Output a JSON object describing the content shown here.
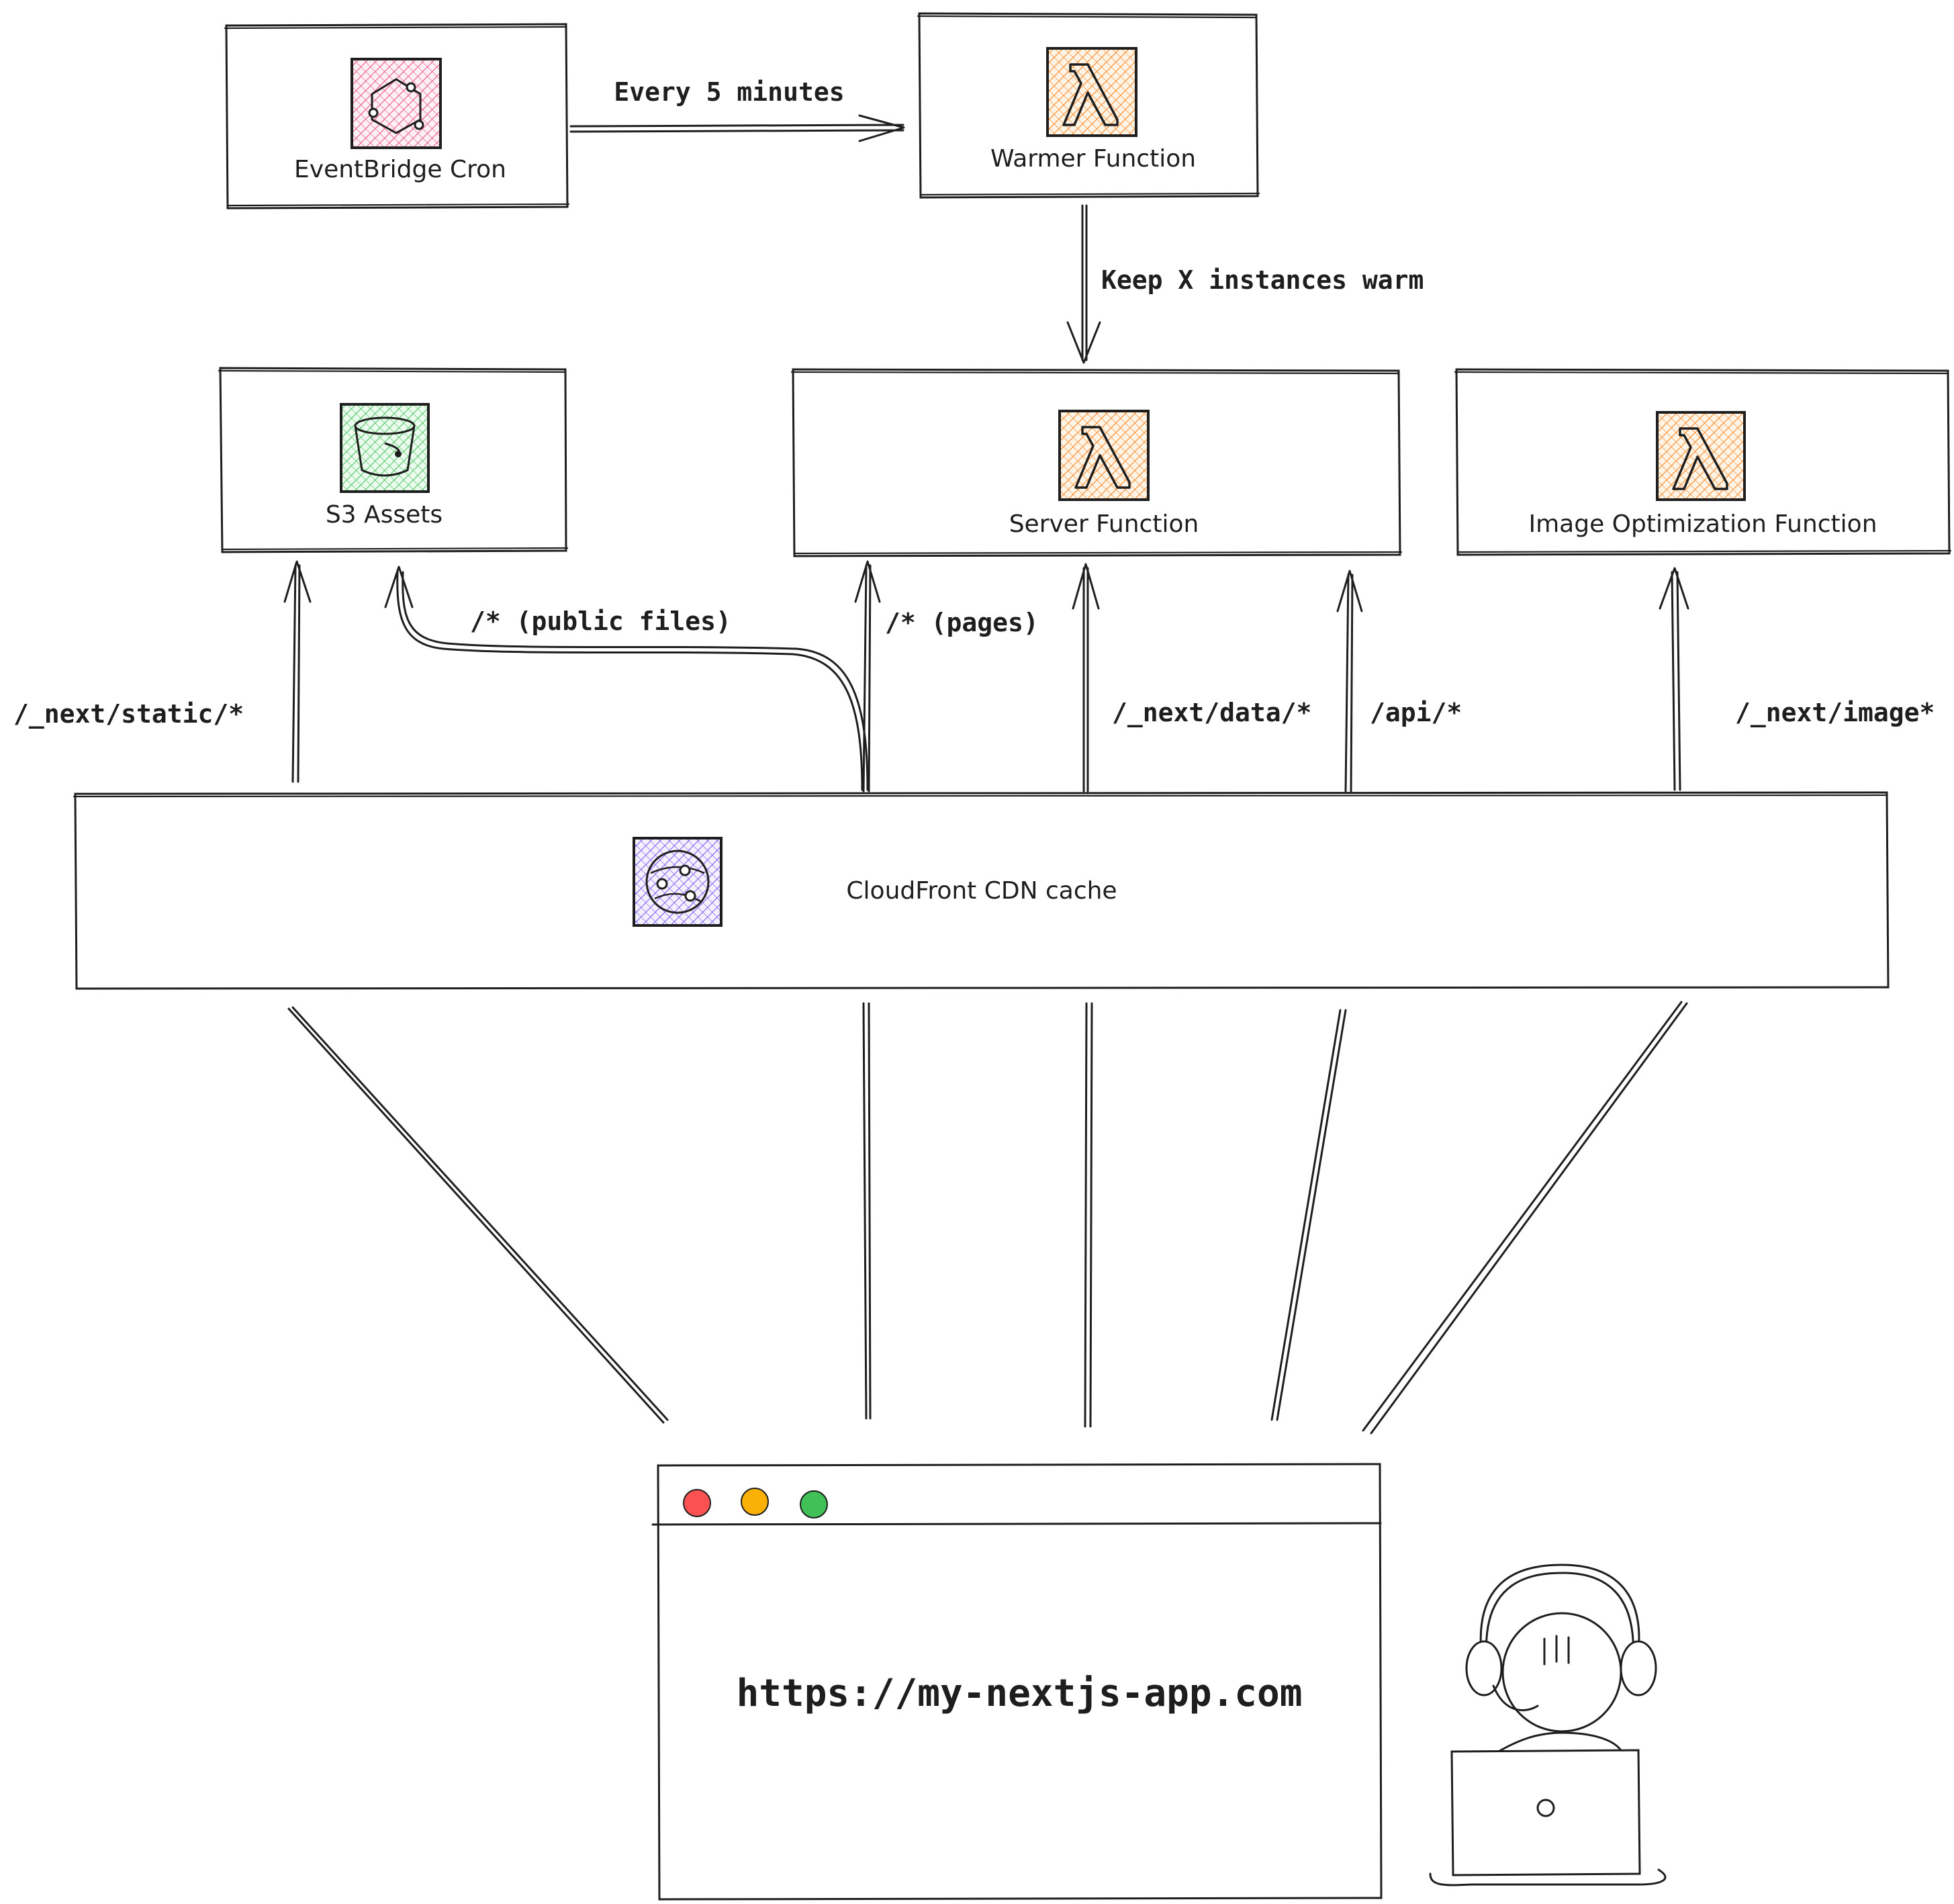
{
  "nodes": {
    "eventbridge": {
      "label": "EventBridge Cron",
      "icon": "eventbridge-icon",
      "color": "#e64980"
    },
    "warmer": {
      "label": "Warmer Function",
      "icon": "lambda-icon",
      "color": "#fd7e14"
    },
    "s3": {
      "label": "S3 Assets",
      "icon": "s3-bucket-icon",
      "color": "#40c057"
    },
    "server": {
      "label": "Server Function",
      "icon": "lambda-icon",
      "color": "#fd7e14"
    },
    "image": {
      "label": "Image Optimization Function",
      "icon": "lambda-icon",
      "color": "#fd7e14"
    },
    "cloudfront": {
      "label": "CloudFront CDN cache",
      "icon": "cloudfront-icon",
      "color": "#7950f2"
    }
  },
  "edges": {
    "every5": "Every 5 minutes",
    "keepwarm": "Keep X instances warm",
    "static": "/_next/static/*",
    "public": "/* (public files)",
    "pages": "/* (pages)",
    "data": "/_next/data/*",
    "api": "/api/*",
    "img": "/_next/image*"
  },
  "browser": {
    "url": "https://my-nextjs-app.com",
    "dots": [
      "#fa5252",
      "#fab005",
      "#40c057"
    ]
  },
  "user": {
    "icon": "user-with-laptop-icon"
  }
}
